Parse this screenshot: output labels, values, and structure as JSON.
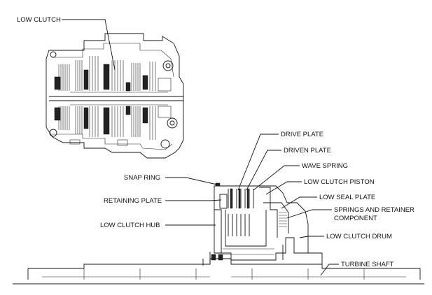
{
  "labels": {
    "low_clutch_top": "LOW CLUTCH",
    "drive_plate": "DRIVE PLATE",
    "driven_plate": "DRIVEN PLATE",
    "wave_spring": "WAVE SPRING",
    "snap_ring": "SNAP RING",
    "low_clutch_piston": "LOW CLUTCH PISTON",
    "low_seal_plate": "LOW SEAL PLATE",
    "retaining_plate": "RETAINING PLATE",
    "springs_retainer_1": "SPRINGS AND RETAINER",
    "springs_retainer_2": "COMPONENT",
    "low_clutch_hub": "LOW CLUTCH HUB",
    "low_clutch_drum": "LOW CLUTCH DRUM",
    "turbine_shaft": "TURBINE SHAFT"
  }
}
